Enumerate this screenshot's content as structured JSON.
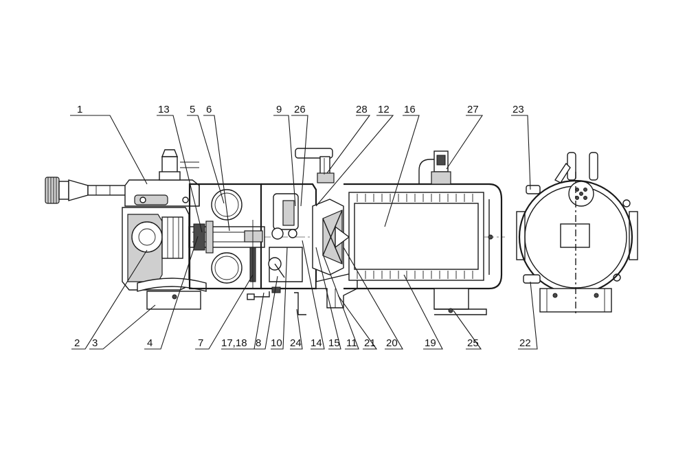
{
  "callouts": [
    {
      "id": "c1",
      "label": "1"
    },
    {
      "id": "c13",
      "label": "13"
    },
    {
      "id": "c5",
      "label": "5"
    },
    {
      "id": "c6",
      "label": "6"
    },
    {
      "id": "c9",
      "label": "9"
    },
    {
      "id": "c26",
      "label": "26"
    },
    {
      "id": "c28",
      "label": "28"
    },
    {
      "id": "c12",
      "label": "12"
    },
    {
      "id": "c16",
      "label": "16"
    },
    {
      "id": "c27",
      "label": "27"
    },
    {
      "id": "c23",
      "label": "23"
    },
    {
      "id": "c2",
      "label": "2"
    },
    {
      "id": "c3",
      "label": "3"
    },
    {
      "id": "c4",
      "label": "4"
    },
    {
      "id": "c7",
      "label": "7"
    },
    {
      "id": "c1718",
      "label": "17,18"
    },
    {
      "id": "c8",
      "label": "8"
    },
    {
      "id": "c10",
      "label": "10"
    },
    {
      "id": "c24",
      "label": "24"
    },
    {
      "id": "c14",
      "label": "14"
    },
    {
      "id": "c15",
      "label": "15"
    },
    {
      "id": "c11",
      "label": "11"
    },
    {
      "id": "c21",
      "label": "21"
    },
    {
      "id": "c20",
      "label": "20"
    },
    {
      "id": "c19",
      "label": "19"
    },
    {
      "id": "c25",
      "label": "25"
    },
    {
      "id": "c22",
      "label": "22"
    }
  ]
}
